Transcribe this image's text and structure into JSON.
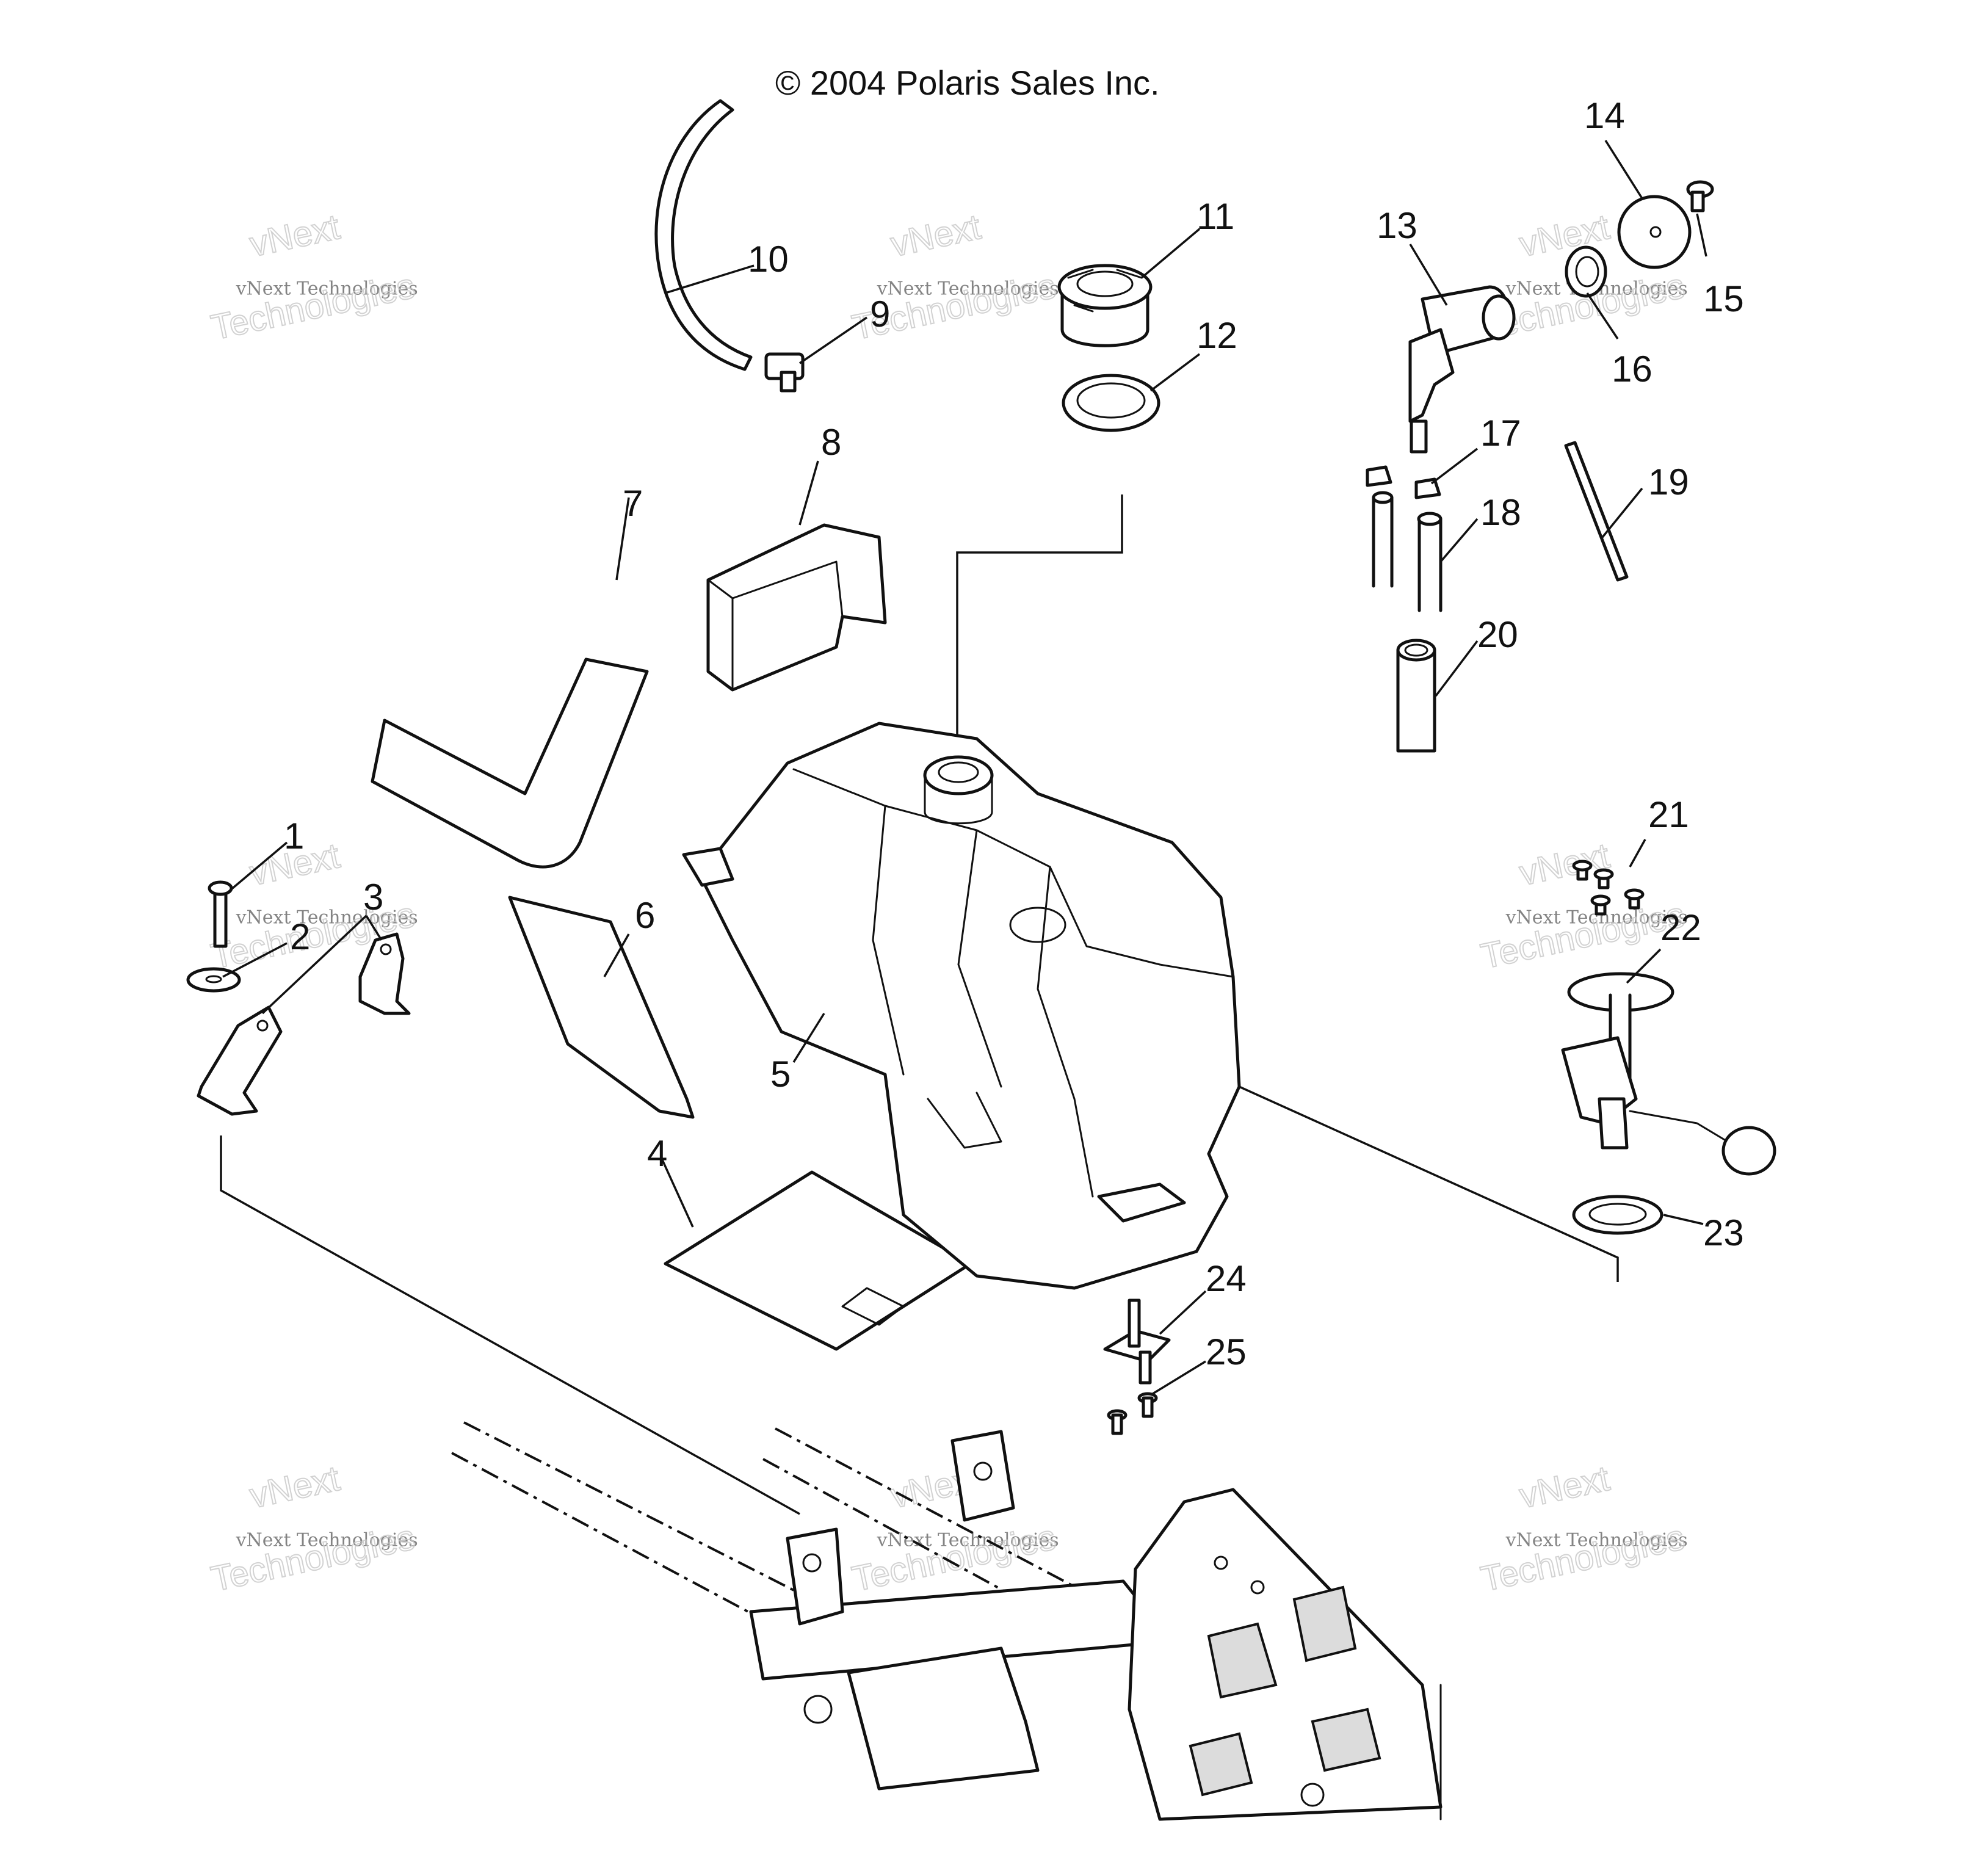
{
  "copyright": "© 2004 Polaris Sales Inc.",
  "watermark": {
    "line1": "vNext",
    "line2": "vNext Technologies",
    "line3": "Technologies"
  },
  "callouts": [
    "1",
    "2",
    "3",
    "4",
    "5",
    "6",
    "7",
    "8",
    "9",
    "10",
    "11",
    "12",
    "13",
    "14",
    "15",
    "16",
    "17",
    "18",
    "19",
    "20",
    "21",
    "22",
    "23",
    "24",
    "25"
  ]
}
